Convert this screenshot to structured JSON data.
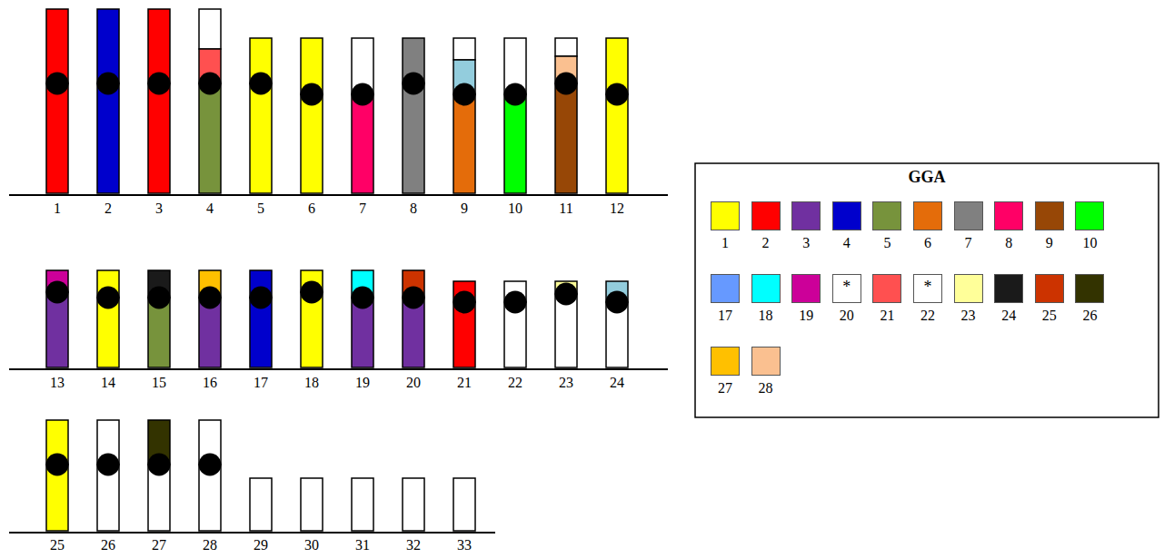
{
  "diagram": {
    "labels": [
      "1",
      "2",
      "3",
      "4",
      "5",
      "6",
      "7",
      "8",
      "9",
      "10",
      "11",
      "12",
      "13",
      "14",
      "15",
      "16",
      "17",
      "18",
      "19",
      "20",
      "21",
      "22",
      "23",
      "24",
      "25",
      "26",
      "27",
      "28",
      "29",
      "30",
      "31",
      "32",
      "33",
      "GGA",
      "*",
      "*"
    ],
    "legend": [
      {
        "text": "1",
        "color": "#ffff00"
      },
      {
        "text": "2",
        "color": "#ff0000"
      },
      {
        "text": "3",
        "color": "#7030a0"
      },
      {
        "text": "4",
        "color": "#0000cc"
      },
      {
        "text": "5",
        "color": "#77933c"
      },
      {
        "text": "6",
        "color": "#e46c0a"
      },
      {
        "text": "7",
        "color": "#808080"
      },
      {
        "text": "8",
        "color": "#ff0066"
      },
      {
        "text": "9",
        "color": "#974706"
      },
      {
        "text": "10",
        "color": "#00ff00"
      },
      {
        "text": "17",
        "color": "#6699ff"
      },
      {
        "text": "18",
        "color": "#00ffff"
      },
      {
        "text": "19",
        "color": "#cc0099"
      },
      {
        "text": "20",
        "color": "#ffffff"
      },
      {
        "text": "21",
        "color": "#ff5050"
      },
      {
        "text": "22",
        "color": "#ffffff"
      },
      {
        "text": "23",
        "color": "#ffff99"
      },
      {
        "text": "24",
        "color": "#1a1a1a"
      },
      {
        "text": "25",
        "color": "#cc3300"
      },
      {
        "text": "26",
        "color": "#333300"
      },
      {
        "text": "27",
        "color": "#ffc000"
      },
      {
        "text": "28",
        "color": "#fac090"
      }
    ]
  }
}
